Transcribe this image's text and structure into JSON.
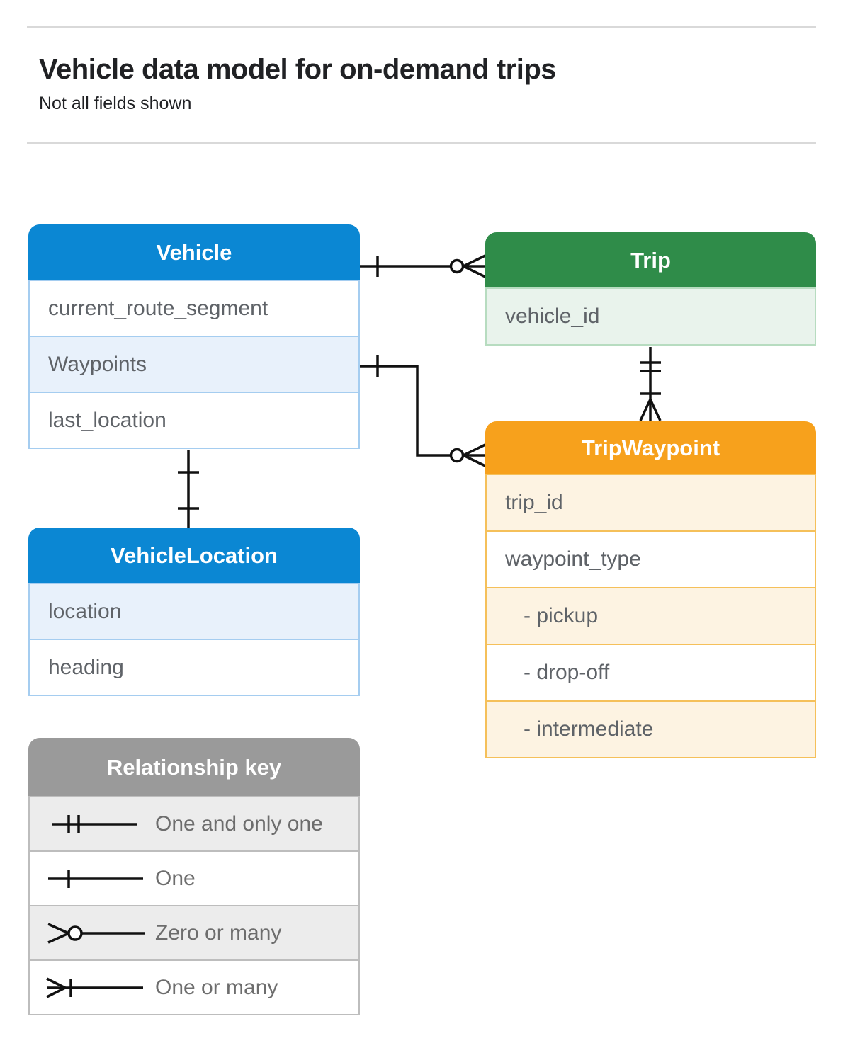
{
  "page": {
    "title": "Vehicle data model for on-demand trips",
    "subtitle": "Not all fields shown"
  },
  "entities": {
    "vehicle": {
      "title": "Vehicle",
      "fields": [
        {
          "label": "current_route_segment"
        },
        {
          "label": "Waypoints"
        },
        {
          "label": "last_location"
        }
      ]
    },
    "trip": {
      "title": "Trip",
      "fields": [
        {
          "label": "vehicle_id"
        }
      ]
    },
    "tripWaypoint": {
      "title": "TripWaypoint",
      "fields": [
        {
          "label": "trip_id"
        },
        {
          "label": "waypoint_type"
        },
        {
          "label": "- pickup"
        },
        {
          "label": "- drop-off"
        },
        {
          "label": "- intermediate"
        }
      ]
    },
    "vehicleLocation": {
      "title": "VehicleLocation",
      "fields": [
        {
          "label": "location"
        },
        {
          "label": "heading"
        }
      ]
    }
  },
  "legend": {
    "title": "Relationship key",
    "items": [
      {
        "icon": "one-and-only-one-symbol",
        "label": "One and only one"
      },
      {
        "icon": "one-symbol",
        "label": "One"
      },
      {
        "icon": "zero-or-many-symbol",
        "label": "Zero or many"
      },
      {
        "icon": "one-or-many-symbol",
        "label": "One or many"
      }
    ]
  },
  "relationships": [
    {
      "from": "Vehicle",
      "to": "Trip",
      "from_end": "one",
      "to_end": "zero-or-many"
    },
    {
      "from": "Vehicle.Waypoints",
      "to": "TripWaypoint",
      "from_end": "one",
      "to_end": "zero-or-many"
    },
    {
      "from": "Trip",
      "to": "TripWaypoint",
      "from_end": "one-and-only-one",
      "to_end": "one-or-many"
    },
    {
      "from": "Vehicle",
      "to": "VehicleLocation",
      "from_end": "one",
      "to_end": "one"
    }
  ],
  "colors": {
    "blue_header": "#0b87d3",
    "blue_row": "#e8f1fb",
    "blue_border": "#a5cdf0",
    "green_header": "#2f8c49",
    "green_row": "#e9f3ec",
    "green_border": "#b7dcc0",
    "orange_header": "#f7a11c",
    "orange_row": "#fdf3e2",
    "orange_border": "#f5c05a",
    "gray_header": "#9a9a9a",
    "gray_row": "#ececec",
    "gray_border": "#bdbdbd",
    "connector_line": "#111111",
    "field_text": "#5f6368",
    "title_text": "#202124"
  }
}
